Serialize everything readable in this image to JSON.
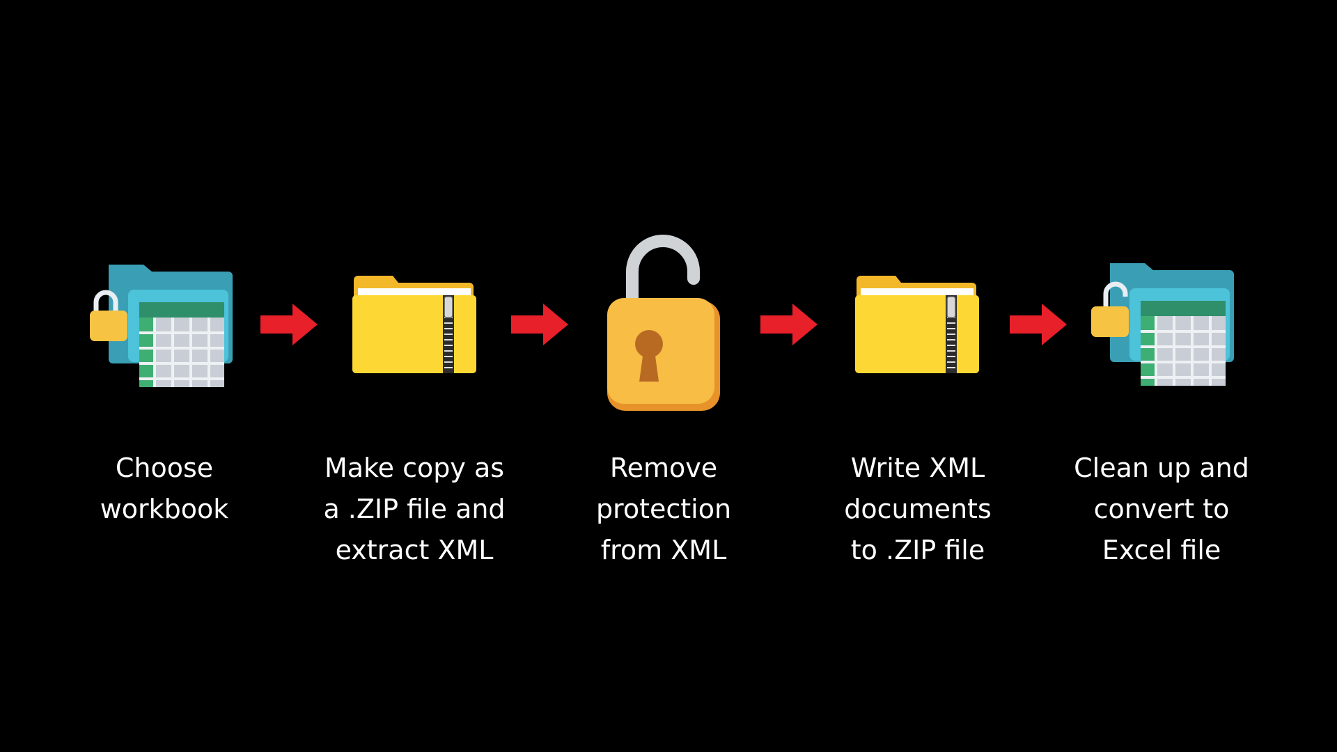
{
  "diagram": {
    "steps": [
      {
        "icon": "locked-workbook-icon",
        "label": "Choose\nworkbook"
      },
      {
        "icon": "zip-folder-icon",
        "label": "Make copy as\na .ZIP file and\nextract XML"
      },
      {
        "icon": "open-padlock-icon",
        "label": "Remove\nprotection\nfrom XML"
      },
      {
        "icon": "zip-folder-icon",
        "label": "Write XML\ndocuments\nto .ZIP file"
      },
      {
        "icon": "unlocked-workbook-icon",
        "label": "Clean up and\nconvert to\nExcel file"
      }
    ],
    "connector_icon": "right-arrow-icon",
    "colors": {
      "background": "#000000",
      "text": "#ffffff",
      "arrow": "#e8202a",
      "folder_teal": "#3fb3c8",
      "sheet_header": "#2f8f6a",
      "padlock_body": "#f5b63a",
      "zip_folder": "#fdd835"
    }
  }
}
